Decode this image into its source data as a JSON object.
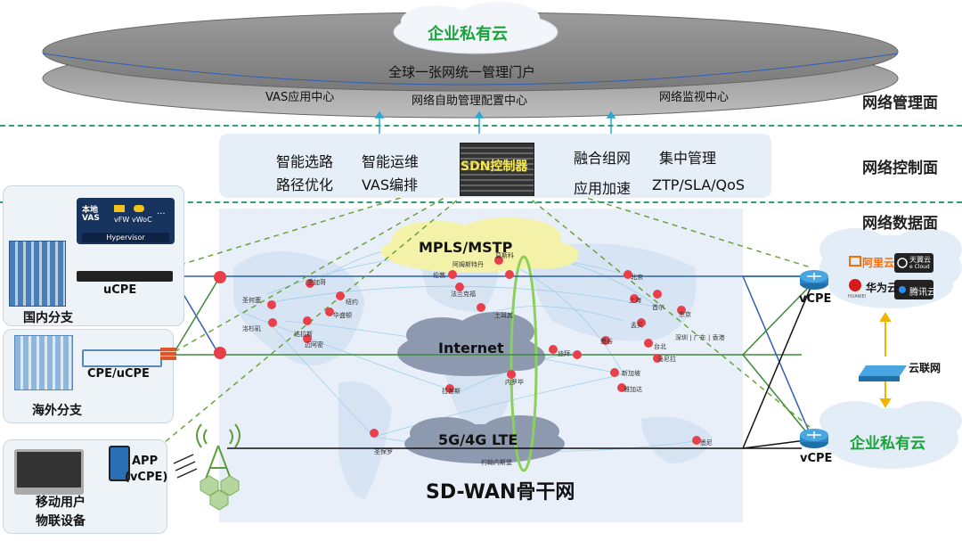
{
  "planes": {
    "management": "网络管理面",
    "control": "网络控制面",
    "data": "网络数据面"
  },
  "top_cloud": "企业私有云",
  "portal": "全球一张网统一管理门户",
  "centers": {
    "vas": "VAS应用中心",
    "config": "网络自助管理配置中心",
    "monitor": "网络监视中心"
  },
  "control": {
    "left_top_1": "智能选路",
    "left_top_2": "智能运维",
    "left_bot_1": "路径优化",
    "left_bot_2": "VAS编排",
    "controller": "SDN控制器",
    "right_top_1": "融合组网",
    "right_top_2": "集中管理",
    "right_bot_1": "应用加速",
    "right_bot_2": "ZTP/SLA/QoS"
  },
  "backbone": {
    "mpls": "MPLS/MSTP",
    "internet": "Internet",
    "lte": "5G/4G LTE",
    "title": "SD-WAN骨干网"
  },
  "branches": {
    "domestic": "国内分支",
    "overseas": "海外分支",
    "mobile_1": "移动用户",
    "mobile_2": "物联设备",
    "ucpe": "uCPE",
    "cpe": "CPE/uCPE",
    "app": "APP",
    "vcpe_app": "(vCPE)"
  },
  "vnf": {
    "local_vas_1": "本地",
    "local_vas_2": "VAS",
    "vfw": "vFW",
    "vwoc": "vWoC",
    "more": "...",
    "hypervisor": "Hypervisor"
  },
  "right": {
    "vcpe_top": "vCPE",
    "vcpe_bottom": "vCPE",
    "cloud_link": "云联网",
    "private_cloud": "企业私有云",
    "aliyun": "阿里云",
    "huawei": "华为云",
    "huawei_small": "HUAWEI",
    "tianyi": "天翼云",
    "tianyi_sub": "e Cloud",
    "tencent": "腾讯云"
  },
  "cities": [
    "伦敦",
    "阿姆斯特丹",
    "莫斯科",
    "法兰克福",
    "芝加哥",
    "纽约",
    "华盛顿",
    "圣何塞",
    "洛杉矶",
    "达拉斯",
    "迈阿密",
    "北京",
    "上海",
    "首尔",
    "东京",
    "迪拜",
    "孟买",
    "曼谷",
    "台北",
    "深圳 | 广东 | 香港",
    "马尼拉",
    "新加坡",
    "雅加达",
    "内罗毕",
    "拉各斯",
    "圣保罗",
    "悉尼",
    "约翰内斯堡",
    "土耳其"
  ],
  "colors": {
    "accent_green": "#1aa33a",
    "separator": "#2e9e78",
    "node_red": "#e8404a",
    "link_blue": "#2f5fb5",
    "link_green": "#3a8a3a",
    "ellipse_green": "#8bd05a"
  }
}
